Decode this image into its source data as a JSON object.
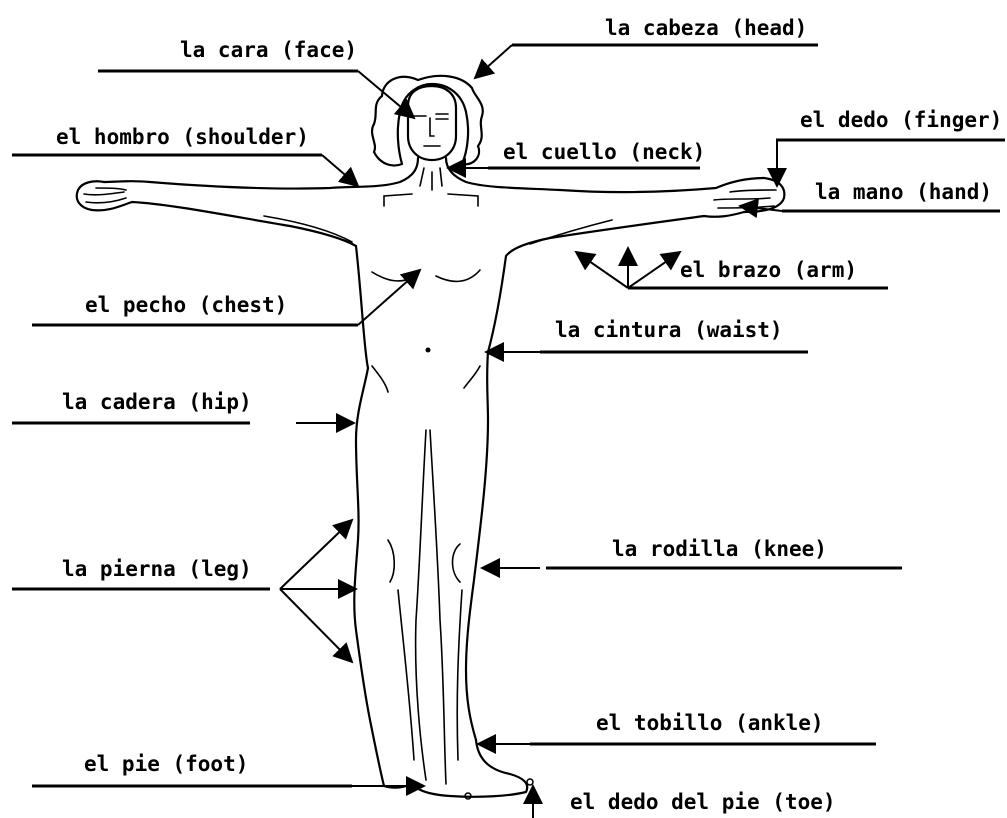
{
  "labels": {
    "head": "la cabeza (head)",
    "face": "la cara (face)",
    "finger": "el dedo (finger)",
    "shoulder": "el hombro (shoulder)",
    "neck": "el cuello (neck)",
    "hand": "la mano (hand)",
    "arm": "el brazo (arm)",
    "chest": "el pecho (chest)",
    "waist": "la cintura (waist)",
    "hip": "la cadera (hip)",
    "knee": "la rodilla (knee)",
    "leg": "la pierna (leg)",
    "ankle": "el tobillo (ankle)",
    "foot": "el pie (foot)",
    "toe": "el dedo del pie (toe)"
  }
}
